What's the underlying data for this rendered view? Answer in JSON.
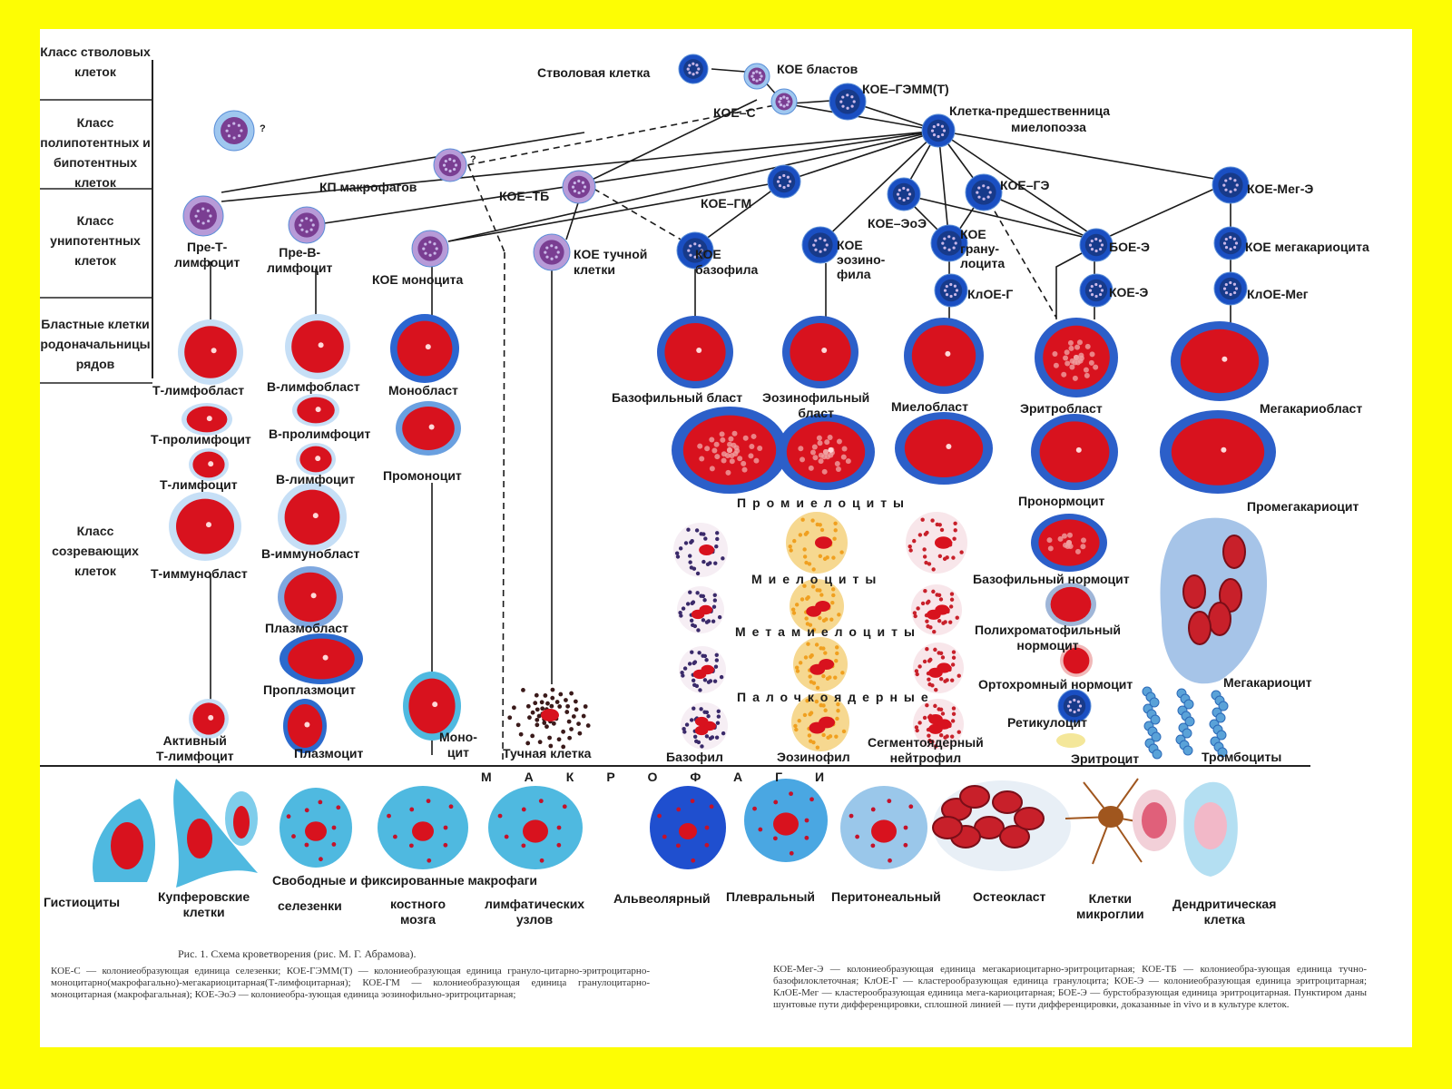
{
  "colors": {
    "background": "#fdfd04",
    "sheet": "#ffffff",
    "stem_blue": "#1a4fc2",
    "nucleus_red": "#d8121e",
    "macrophage_cyan": "#4fb9e0",
    "granule_orange": "#f0a020"
  },
  "classes": [
    {
      "label": "Класс стволовых клеток"
    },
    {
      "label": "Класс полипотентных и бипотентных клеток"
    },
    {
      "label": "Класс унипотентных клеток"
    },
    {
      "label": "Бластные клетки родоначальницы рядов"
    },
    {
      "label": "Класс созревающих клеток"
    }
  ],
  "top_labels": {
    "stem": "Стволовая клетка",
    "koe_blast": "КОЕ бластов",
    "koe_gemm": "КОЕ–ГЭММ(Т)",
    "koe_s": "КОЕ–С",
    "myelo_l1": "Клетка-предшественница",
    "myelo_l2": "миелопоэза",
    "question": "?",
    "kp_macro": "КП макрофагов",
    "koe_tb": "КОЕ–ТБ",
    "koe_gm": "КОЕ–ГМ",
    "koe_eoe": "КОЕ–ЭоЭ",
    "koe_ge": "КОЕ–ГЭ",
    "koe_meg_e": "КОЕ-Мег-Э"
  },
  "unipotent": {
    "pre_t": "Пре-Т-\nлимфоцит",
    "pre_b": "Пре-В-\nлимфоцит",
    "koe_mono": "КОЕ моноцита",
    "koe_mast": "КОЕ тучной\nклетки",
    "koe_baso": "КОЕ\nбазофила",
    "koe_eos": "КОЕ\nэозино-\nфила",
    "koe_gran": "КОЕ\nграну-\nлоцита",
    "boe_e": "БОЕ-Э",
    "koe_e": "КОЕ-Э",
    "klog": "КлОЕ-Г",
    "koe_mega": "КОЕ мегакариоцита",
    "kloe_meg": "КлОЕ-Мег"
  },
  "blast_labels": {
    "t_lymphoblast": "Т-лимфобласт",
    "b_lymphoblast": "В-лимфобласт",
    "monoblast": "Монобласт",
    "baso_blast": "Базофильный бласт",
    "eos_blast": "Эозинофильный\nбласт",
    "myeloblast": "Миелобласт",
    "erythroblast": "Эритробласт",
    "megakaryoblast": "Мегакариобласт"
  },
  "maturing_labels": {
    "t_prolymph": "Т-пролимфоцит",
    "b_prolymph": "В-пролимфоцит",
    "t_lymph": "Т-лимфоцит",
    "b_lymph": "В-лимфоцит",
    "promonocyte": "Промоноцит",
    "t_immuno": "Т-иммунобласт",
    "b_immuno": "В-иммунобласт",
    "plasmoblast": "Плазмобласт",
    "proplasmocyte": "Проплазмоцит",
    "active_t": "Активный\nТ-лимфоцит",
    "plasmocyte": "Плазмоцит",
    "monocyte": "Моно-\nцит",
    "mast_cell": "Тучная клетка",
    "promyelocytes": "Промиелоциты",
    "myelocytes": "Миелоциты",
    "metamyelocytes": "Метамиелоциты",
    "band": "Палочкоядерные",
    "basophil": "Базофил",
    "eosinophil": "Эозинофил",
    "neutrophil": "Сегментоядерный\nнейтрофил",
    "pronormocyte": "Пронормоцит",
    "promegakaryocyte": "Промегакариоцит",
    "baso_normo": "Базофильный нормоцит",
    "poly_normo": "Полихроматофильный\nнормоцит",
    "ortho_normo": "Ортохромный нормоцит",
    "reticulocyte": "Ретикулоцит",
    "erythrocyte": "Эритроцит",
    "megakaryocyte": "Мегакариоцит",
    "thrombocytes": "Тромбоциты"
  },
  "macrophage_labels": {
    "header": "МАКРОФАГИ",
    "histiocytes": "Гистиоциты",
    "kupffer": "Купферовские\nклетки",
    "free_fixed": "Свободные и фиксированные макрофаги",
    "spleen": "селезенки",
    "marrow": "костного\nмозга",
    "lymph": "лимфатических\nузлов",
    "alveolar": "Альвеолярный",
    "pleural": "Плевральный",
    "peritoneal": "Перитонеальный",
    "osteoclast": "Остеокласт",
    "microglia": "Клетки\nмикроглии",
    "dendritic": "Дендритическая\nклетка"
  },
  "caption": {
    "title": "Рис. 1. Схема кроветворения (рис. М. Г. Абрамова).",
    "left": "КОЕ-С — колониеобразующая единица селезенки; КОЕ-ГЭММ(Т) — колониеобразующая единица грануло-цитарно-эритроцитарно-моноцитарно(макрофагально)-мегакариоцитарная(Т-лимфоцитарная); КОЕ-ГМ — колониеобразующая единица гранулоцитарно-моноцитарная (макрофагальная); КОЕ-ЭоЭ — колониеобра-зующая единица эозинофильно-эритроцитарная;",
    "right": "КОЕ-Мег-Э — колониеобразующая единица мегакариоцитарно-эритроцитарная; КОЕ-ТБ — колониеобра-зующая единица тучно-базофилоклеточная; КлОЕ-Г — кластерообразующая единица гранулоцита; КОЕ-Э — колониеобразующая единица эритроцитарная; КлОЕ-Мег — кластерообразующая единица мега-кариоцитарная; БОЕ-Э — бурстобразующая единица эритроцитарная. Пунктиром даны шунтовые пути дифференцировки, сплошной линией — пути дифференцировки, доказанные in vivo и в культуре клеток."
  }
}
